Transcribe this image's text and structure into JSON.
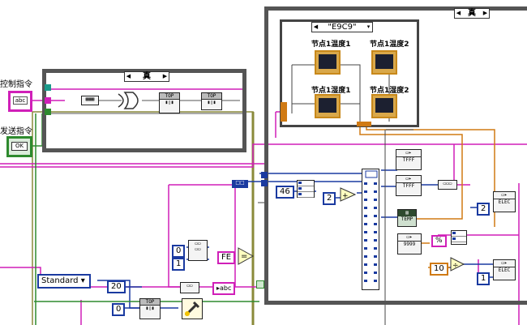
{
  "controls": {
    "control_command_label": "控制指令",
    "control_command_type": "abc",
    "send_command_label": "发送指令",
    "send_command_type": "OK"
  },
  "case_left": {
    "selector": "真"
  },
  "case_right": {
    "selector": "真"
  },
  "case_inner": {
    "selector": "\"E9C9\""
  },
  "chart_labels": {
    "tl": "节点1温度1",
    "tr": "节点1温度2",
    "bl": "节点1湿度1",
    "br": "节点1湿度2"
  },
  "constants": {
    "n46": "46",
    "n2a": "2",
    "n2b": "2",
    "n0a": "0",
    "n1a": "1",
    "fe": "FE",
    "n20": "20",
    "n0b": "0",
    "n10": "10",
    "n1b": "1",
    "pct": "%",
    "abc_out": "abc"
  },
  "enum": {
    "standard": "Standard"
  },
  "node_text": {
    "tfff1": "TFFF",
    "tfff2": "TFFF",
    "temp": "TEMP",
    "n9999": "9999",
    "elec1": "ELEC",
    "elec2": "ELEC"
  },
  "colors": {
    "wire_string": "#d01fb8",
    "wire_int": "#1a3aa0",
    "wire_double": "#d07a14",
    "wire_bool": "#2e8a2e",
    "frame": "#555555"
  }
}
